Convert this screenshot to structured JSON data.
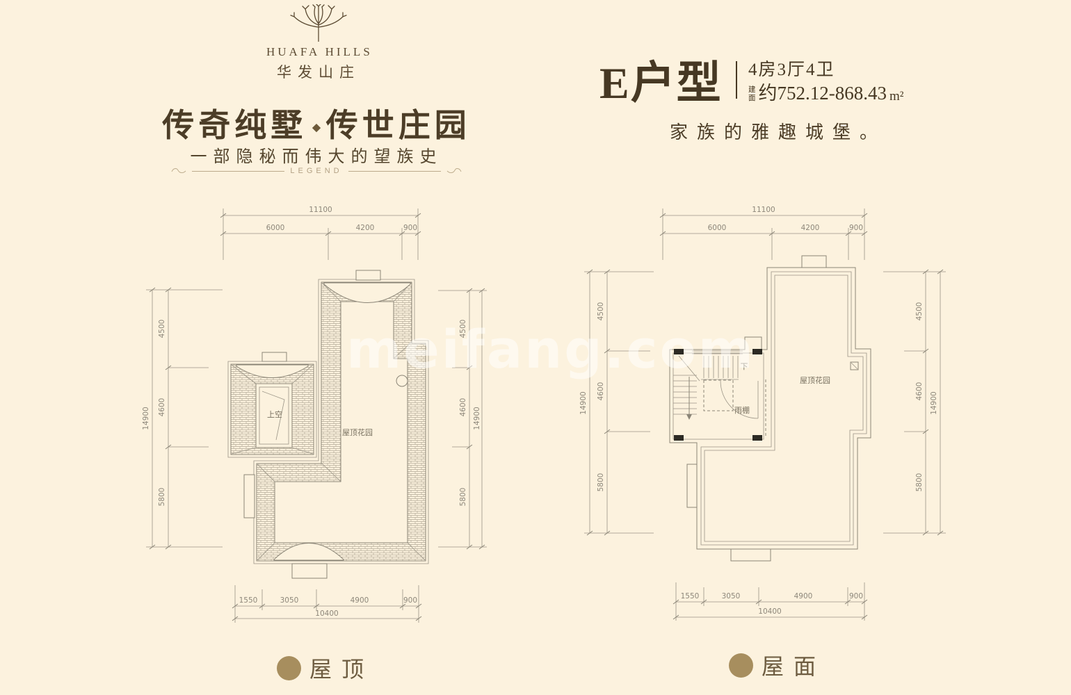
{
  "brand": {
    "name_en": "HUAFA HILLS",
    "name_cn": "华发山庄"
  },
  "hero": {
    "headline_left": "传奇纯墅",
    "ornament": "◆",
    "headline_right": "传世庄园",
    "subheadline": "一部隐秘而伟大的望族史",
    "legend": "LEGEND"
  },
  "unit": {
    "name": "E户型",
    "layout": "4房3厅4卫",
    "area_label_1": "建",
    "area_label_2": "面",
    "area_value": "约752.12-868.43",
    "area_unit": "m²",
    "slogan": "家族的雅趣城堡。"
  },
  "watermark": "meifang.com",
  "plans": [
    {
      "caption": "屋顶",
      "room_labels": {
        "void": "上空",
        "garden": "屋顶花园"
      },
      "dims": {
        "top_total": "11100",
        "top_segs": [
          "6000",
          "4200",
          "900"
        ],
        "side_total": "14900",
        "side_segs": [
          "4500",
          "4600",
          "5800"
        ],
        "bottom_segs": [
          "1550",
          "3050",
          "4900",
          "900"
        ],
        "bottom_total": "10400"
      }
    },
    {
      "caption": "屋面",
      "room_labels": {
        "down": "下",
        "canopy": "雨棚",
        "garden": "屋顶花园"
      },
      "dims": {
        "top_total": "11100",
        "top_segs": [
          "6000",
          "4200",
          "900"
        ],
        "side_total": "14900",
        "side_segs": [
          "4500",
          "4600",
          "5800"
        ],
        "bottom_segs": [
          "1550",
          "3050",
          "4900",
          "900"
        ],
        "bottom_total": "10400"
      }
    }
  ]
}
